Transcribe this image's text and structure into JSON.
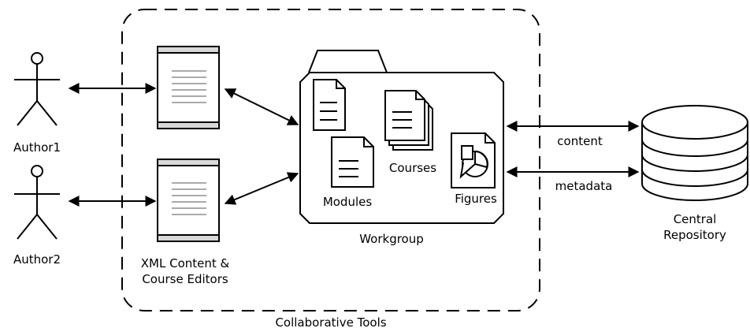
{
  "labels": {
    "author1": "Author1",
    "author2": "Author2",
    "editors_line1": "XML Content &",
    "editors_line2": "Course Editors",
    "modules": "Modules",
    "courses": "Courses",
    "figures": "Figures",
    "workgroup": "Workgroup",
    "content": "content",
    "metadata": "metadata",
    "repository_line1": "Central",
    "repository_line2": "Repository",
    "collaborative_tools": "Collaborative Tools"
  }
}
